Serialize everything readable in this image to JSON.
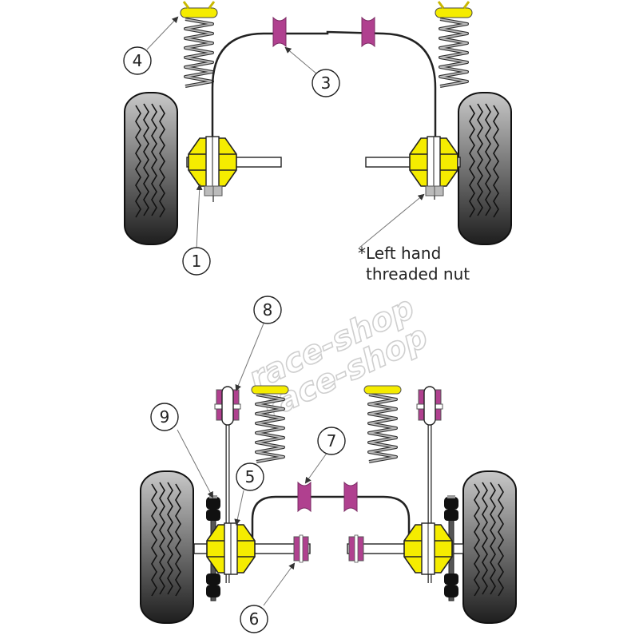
{
  "diagram": {
    "title": "Suspension bush locations",
    "colors": {
      "polyurethane_yellow": "#f5ec00",
      "polyurethane_purple": "#b0408f",
      "tyre_dark": "#2a2a2a",
      "tyre_light": "#bdbdbd",
      "outline": "#1a1a1a",
      "spring": "#7a7a7a",
      "leader": "#777777"
    },
    "callouts": [
      {
        "id": "1",
        "label": "1"
      },
      {
        "id": "3",
        "label": "3"
      },
      {
        "id": "4",
        "label": "4"
      },
      {
        "id": "5",
        "label": "5"
      },
      {
        "id": "6",
        "label": "6"
      },
      {
        "id": "7",
        "label": "7"
      },
      {
        "id": "8",
        "label": "8"
      },
      {
        "id": "9",
        "label": "9"
      }
    ],
    "note": {
      "line1": "*Left hand",
      "line2": "threaded nut"
    },
    "watermark": {
      "text1": "race-shop",
      "text2": "race-shop"
    }
  }
}
